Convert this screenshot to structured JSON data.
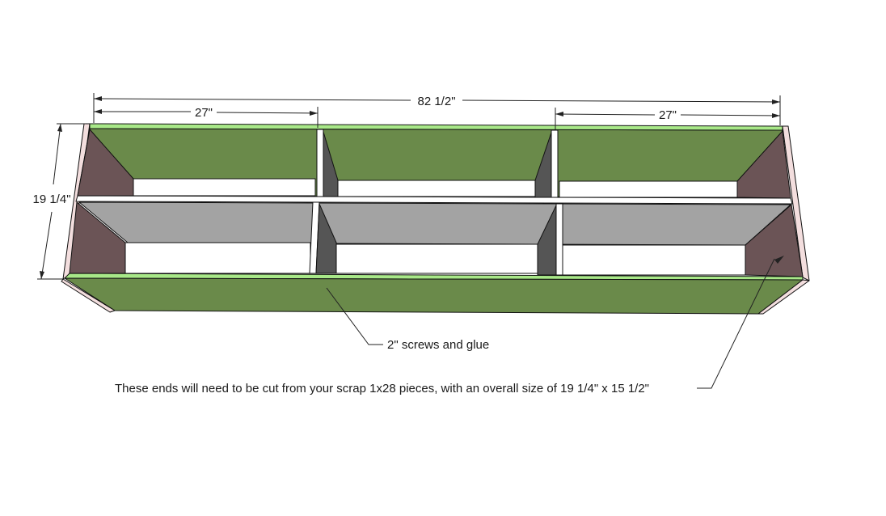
{
  "dimensions": {
    "overall_width": "82 1/2\"",
    "left_section": "27\"",
    "right_section": "27\"",
    "height": "19 1/4\""
  },
  "annotations": {
    "screws": "2\" screws and glue",
    "ends_note": "These ends will need to be cut from your scrap 1x28 pieces, with an overall size of 19 1/4\" x 15 1/2\""
  },
  "colors": {
    "panel_green": "#6a8a4a",
    "edge_light_green": "#a8e888",
    "end_panel": "#6b5456",
    "end_edge": "#f3dede",
    "interior_gray": "#a3a3a3",
    "divider_dark": "#555555"
  }
}
